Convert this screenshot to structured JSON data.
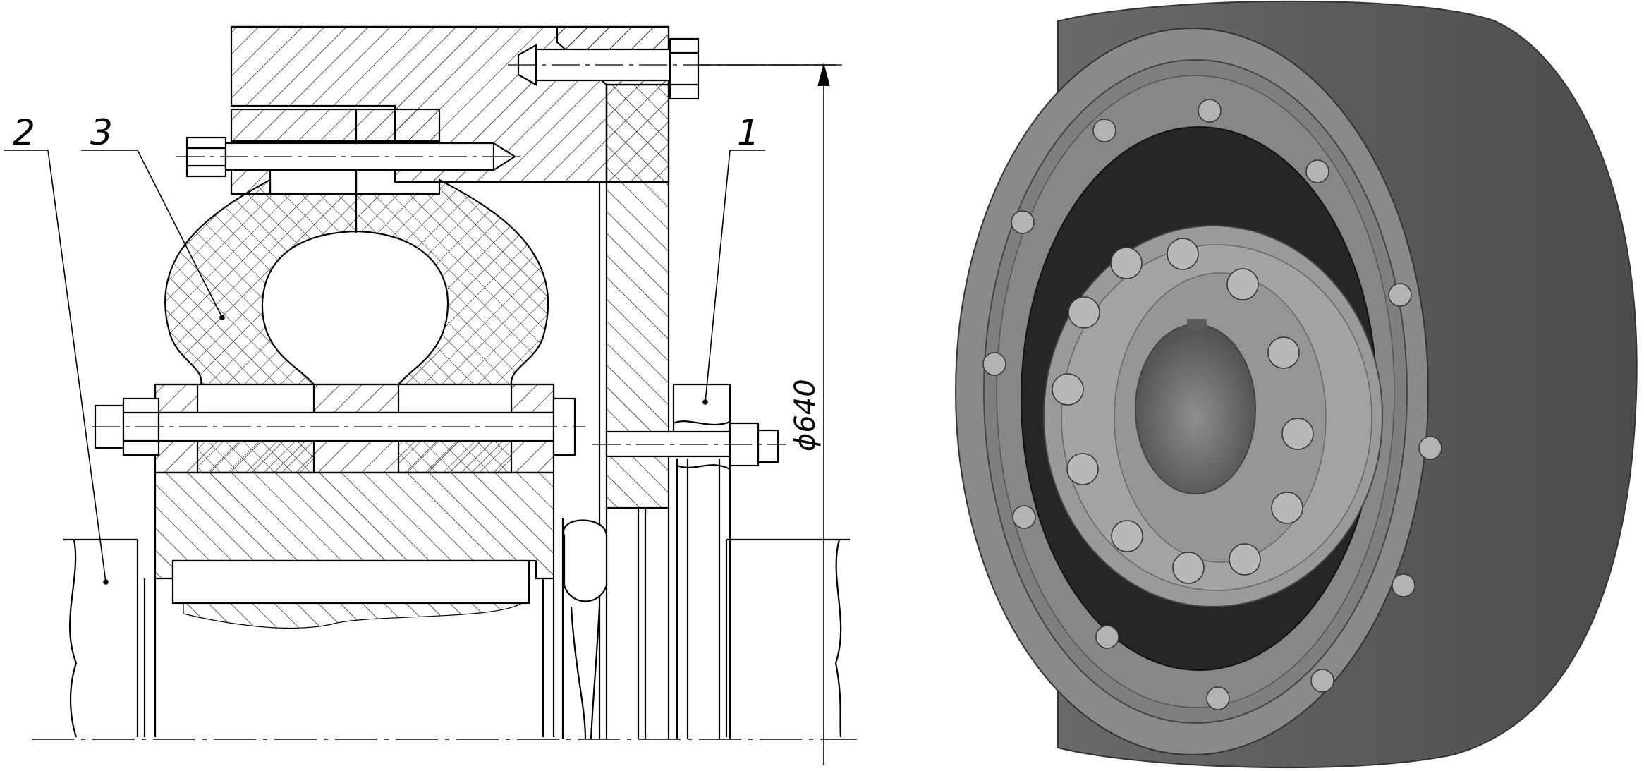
{
  "drawing": {
    "callouts": [
      "1",
      "2",
      "3"
    ],
    "dimension": "ϕ640"
  },
  "colors": {
    "line": "#000000",
    "housing": "#7d7d7d",
    "housing_dark": "#5e5e5e",
    "rubber": "#242424",
    "hub": "#9a9a9a",
    "bore": "#6a6a6a",
    "bolt": "#b0b0b0"
  }
}
